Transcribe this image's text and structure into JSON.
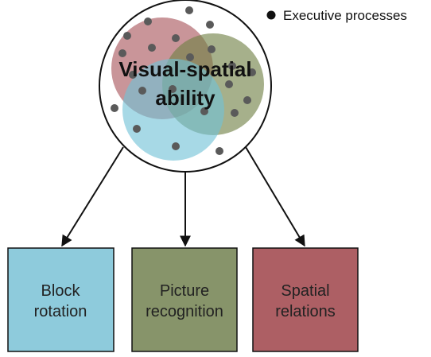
{
  "central": {
    "line1": "Visual-spatial",
    "line2": "ability"
  },
  "legend": {
    "label": "Executive processes",
    "marker_color": "#111111"
  },
  "boxes": [
    {
      "line1": "Block",
      "line2": "rotation",
      "fill": "#8ecbdc"
    },
    {
      "line1": "Picture",
      "line2": "recognition",
      "fill": "#87946a"
    },
    {
      "line1": "Spatial",
      "line2": "relations",
      "fill": "#ad5f64"
    }
  ],
  "venn_colors": {
    "red": "#a8545b",
    "green": "#6f7f44",
    "blue": "#71c1d6",
    "dot": "#5a5a5a"
  }
}
